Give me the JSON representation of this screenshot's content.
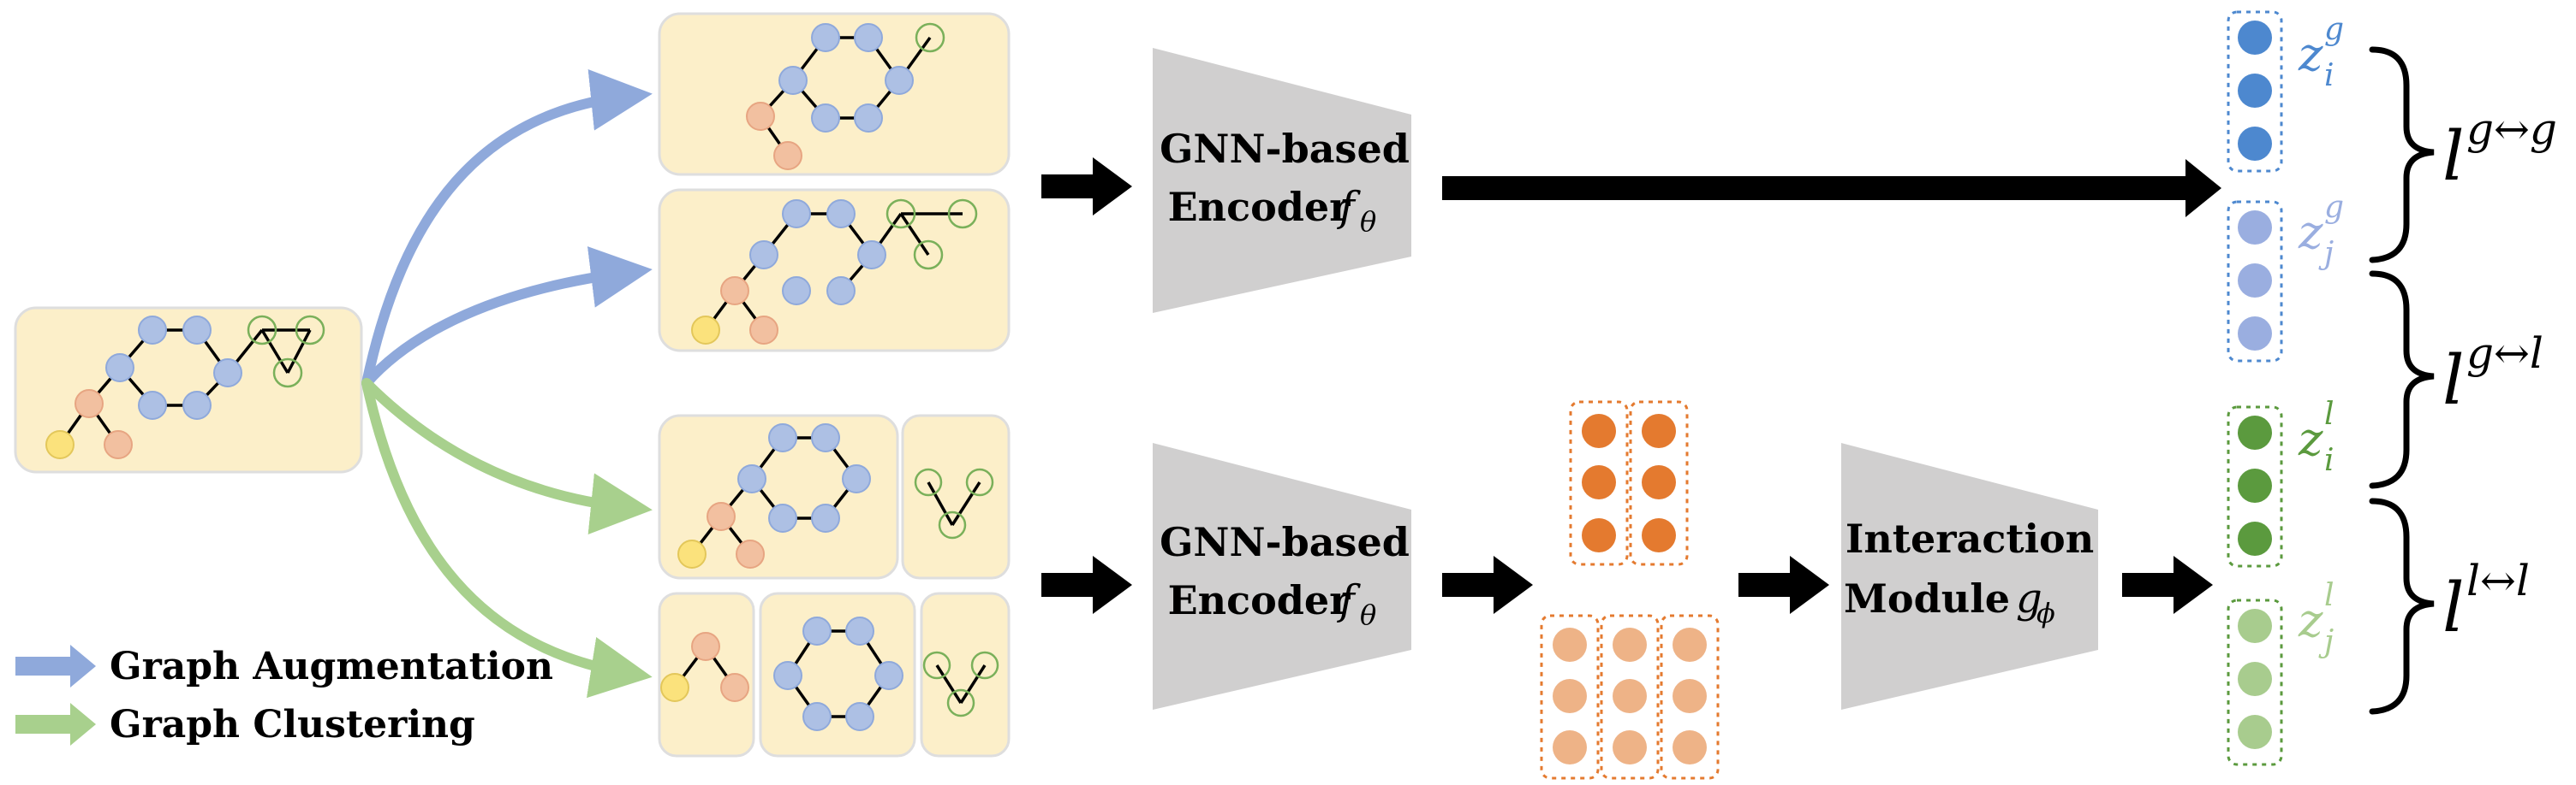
{
  "legend": {
    "augmentation": "Graph Augmentation",
    "clustering": "Graph Clustering"
  },
  "encoder_top": {
    "line1": "GNN-based",
    "line2_prefix": "Encoder ",
    "param": "f",
    "param_sub": "θ"
  },
  "encoder_bottom": {
    "line1": "GNN-based",
    "line2_prefix": "Encoder ",
    "param": "f",
    "param_sub": "θ"
  },
  "interaction": {
    "line1": "Interaction",
    "line2_prefix": "Module ",
    "param": "g",
    "param_sub": "ϕ"
  },
  "embeddings": {
    "zig": {
      "base": "z",
      "sub": "i",
      "sup": "g"
    },
    "zjg": {
      "base": "z",
      "sub": "j",
      "sup": "g"
    },
    "zil": {
      "base": "z",
      "sub": "i",
      "sup": "l"
    },
    "zjl": {
      "base": "z",
      "sub": "j",
      "sup": "l"
    }
  },
  "losses": {
    "gg": {
      "base": "l",
      "sup": "g↔g"
    },
    "gl": {
      "base": "l",
      "sup": "g↔l"
    },
    "ll": {
      "base": "l",
      "sup": "l↔l"
    }
  },
  "colors": {
    "panel": "#fcefc9",
    "node_blue": "#adc0e4",
    "node_salmon": "#f2c0a0",
    "node_yellow": "#fbe27c",
    "node_green_ring": "#7ab05a",
    "aug_arrow": "#8fa9db",
    "clu_arrow": "#a8d08d",
    "encoder": "#d0cfcf",
    "zig": "#4d88cf",
    "zjg": "#9aaee0",
    "zil": "#5b9a3e",
    "zjl": "#a8cc8e",
    "orange_dark": "#e47a2f",
    "orange_light": "#eeb387"
  }
}
